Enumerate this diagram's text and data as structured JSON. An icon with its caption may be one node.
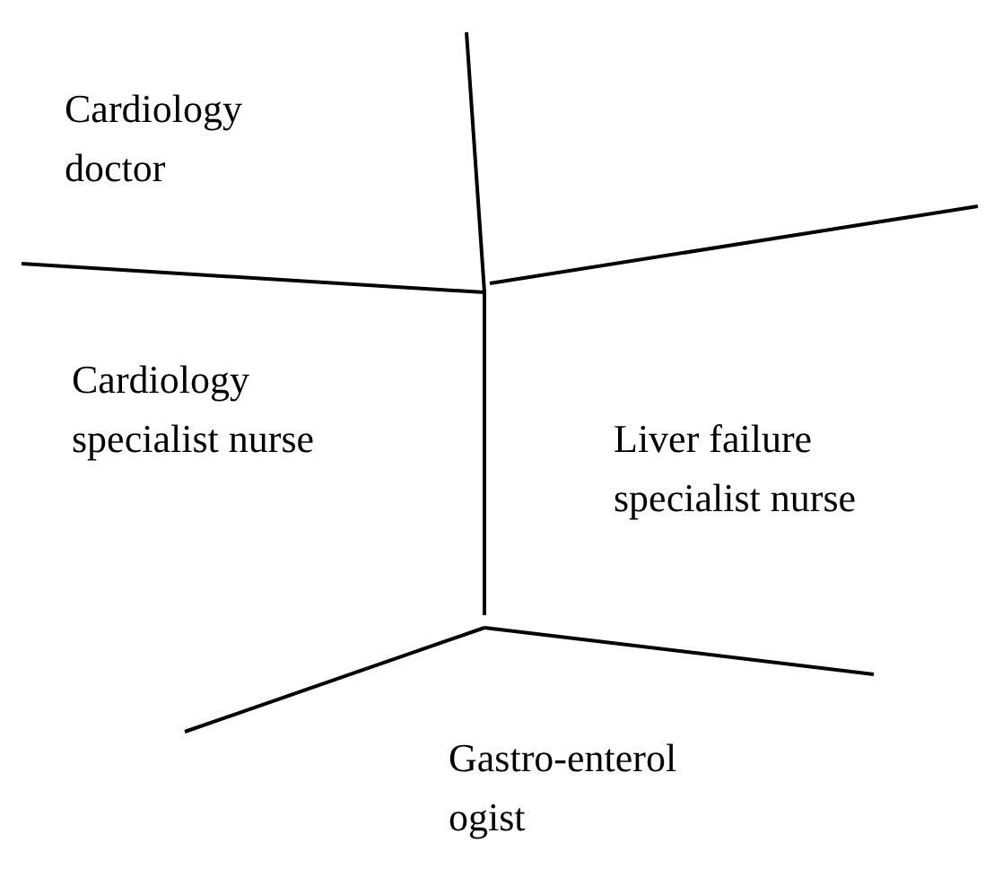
{
  "diagram": {
    "labels": [
      "Cardiology doctor",
      "Cardiology specialist nurse",
      "Liver failure specialist nurse",
      "Gastro-enterol ogist"
    ]
  }
}
